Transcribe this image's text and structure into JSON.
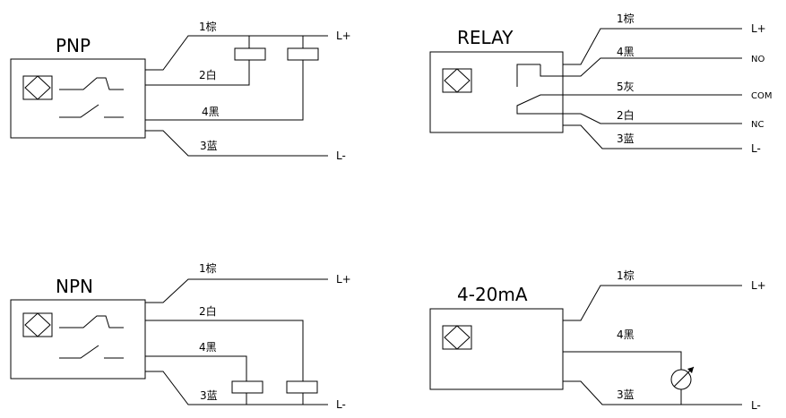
{
  "pnp": {
    "title": "PNP",
    "wires": [
      "1棕",
      "2白",
      "4黑",
      "3蓝"
    ],
    "terminals": [
      "L+",
      "L-"
    ]
  },
  "npn": {
    "title": "NPN",
    "wires": [
      "1棕",
      "2白",
      "4黑",
      "3蓝"
    ],
    "terminals": [
      "L+",
      "L-"
    ]
  },
  "relay": {
    "title": "RELAY",
    "wires": [
      "1棕",
      "4黑",
      "5灰",
      "2白",
      "3蓝"
    ],
    "terminals": [
      "L+",
      "NO",
      "COM",
      "NC",
      "L-"
    ]
  },
  "analog": {
    "title": "4-20mA",
    "wires": [
      "1棕",
      "4黑",
      "3蓝"
    ],
    "terminals": [
      "L+",
      "L-"
    ]
  }
}
